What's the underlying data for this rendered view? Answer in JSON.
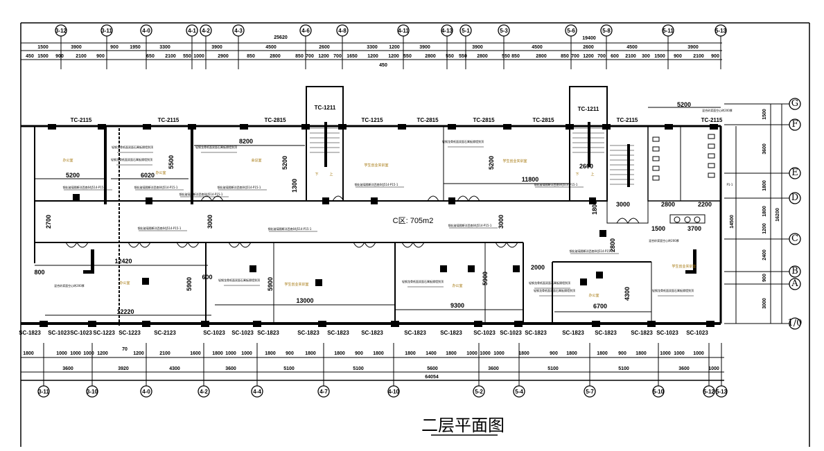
{
  "drawing_title": "二层平面图",
  "area_label": "C区:  705m2",
  "top_axes": [
    "3-12",
    "3-11",
    "4-0",
    "4-1",
    "4-2",
    "4-3",
    "4-6",
    "4-8",
    "4-11",
    "4-13",
    "5-1",
    "5-3",
    "5-6",
    "5-8",
    "5-11",
    "5-13"
  ],
  "bottom_axes": [
    "3-11",
    "3-10",
    "4-0",
    "4-2",
    "4-4",
    "4-7",
    "4-10",
    "5-2",
    "5-4",
    "5-7",
    "5-10",
    "5-12",
    "5-13"
  ],
  "right_axes": [
    "G",
    "F",
    "E",
    "D",
    "C",
    "B",
    "A",
    "1/0"
  ],
  "top_totals": [
    "25620",
    "19400"
  ],
  "top_dims_row1": [
    "1500",
    "3900",
    "900",
    "1950",
    "3300",
    "3900",
    "4500",
    "2600",
    "3300",
    "1200",
    "3900",
    "3900",
    "4500",
    "2600",
    "4500",
    "3900"
  ],
  "top_dims_row2": [
    "450",
    "1500",
    "900",
    "2100",
    "900",
    "650",
    "2100",
    "550",
    "1000",
    "2900",
    "850",
    "2800",
    "850",
    "700",
    "1200",
    "700",
    "1650",
    "1200",
    "1200",
    "550",
    "2800",
    "550",
    "550",
    "2800",
    "550",
    "850",
    "2800",
    "850",
    "700",
    "1200",
    "700",
    "600",
    "2100",
    "300",
    "1500",
    "900",
    "2100",
    "900",
    "450"
  ],
  "bottom_windows": [
    "SC-1823",
    "SC-1023",
    "SC-1023",
    "SC-1223",
    "SC-1223",
    "SC-2123",
    "SC-1023",
    "SC-1023",
    "SC-1823",
    "SC-1823",
    "SC-1823",
    "SC-1823",
    "SC-1823",
    "SC-1823",
    "SC-1023",
    "SC-1023",
    "SC-1823",
    "SC-1823",
    "SC-1823",
    "SC-1823",
    "SC-1023",
    "SC-1023"
  ],
  "top_windows": [
    "TC-2115",
    "TC-2115",
    "TC-2815",
    "TC-1215",
    "TC-2815",
    "TC-2815",
    "TC-2815",
    "TC-2115",
    "TC-2115",
    "TC-1211",
    "TC-1211"
  ],
  "bottom_dims_row1": [
    "1800",
    "1000",
    "1000",
    "1000",
    "1200",
    "70",
    "1200",
    "2100",
    "1600",
    "1800",
    "1000",
    "1000",
    "1800",
    "900",
    "1800",
    "1800",
    "900",
    "1800",
    "1800",
    "1400",
    "1800",
    "1000",
    "1000",
    "1000",
    "1800",
    "900",
    "1800",
    "1800",
    "900",
    "1800",
    "1000",
    "1000",
    "1000"
  ],
  "bottom_dims_row2": [
    "3600",
    "3920",
    "4300",
    "3600",
    "5100",
    "5100",
    "5600",
    "3600",
    "5100",
    "5100",
    "3600",
    "1000"
  ],
  "bottom_total": "64054",
  "right_dims": [
    "1500",
    "3600",
    "1800",
    "1800",
    "1200",
    "2400",
    "900",
    "3000",
    "16200",
    "14500"
  ],
  "rooms": [
    "办公室",
    "办公室",
    "会议室",
    "学生创业实训室",
    "学生创业实训室",
    "学生创业实训室",
    "办公室",
    "学生创业实训室",
    "办公室",
    "办公室"
  ],
  "plan_dims": [
    "5200",
    "6020",
    "8200",
    "5200",
    "5500",
    "1300",
    "5200",
    "11800",
    "2600",
    "3000",
    "2800",
    "2200",
    "1800",
    "1500",
    "3700",
    "2800",
    "5200",
    "2700",
    "3000",
    "3000",
    "12420",
    "12220",
    "800",
    "600",
    "5900",
    "5900",
    "13000",
    "9300",
    "5900",
    "2000",
    "6700",
    "4300"
  ],
  "notes": {
    "partition": "轻钢龙骨纸面双面石膏板隔墙到顶",
    "glass": "钢化玻璃隔断详西南04J514-P15-1",
    "brick": "混合砂浆面空心砖200厚",
    "p1": "P1-1",
    "down": "下",
    "up": "上"
  }
}
